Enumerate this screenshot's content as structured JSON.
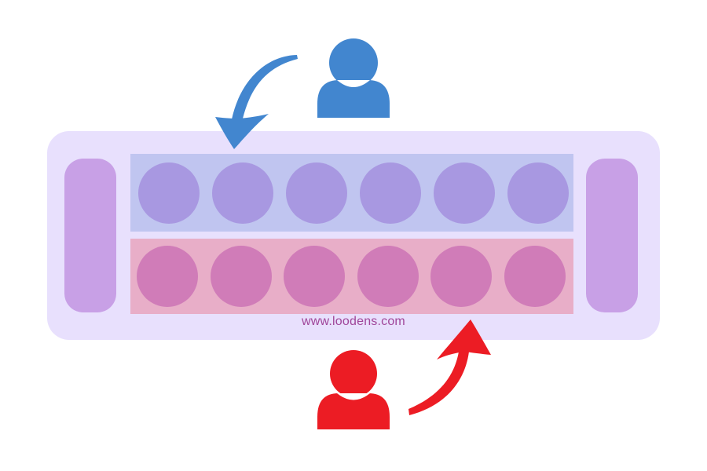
{
  "colors": {
    "board_bg": "#e8e0fd",
    "store": "#c8a0e6",
    "top_row_bg": "#c0c5f0",
    "top_pit": "#a898e1",
    "bottom_row_bg": "#e8aec8",
    "bottom_pit": "#d07cb8",
    "player_top": "#4286cf",
    "player_bottom": "#ec1c24",
    "watermark_text": "#a0469a"
  },
  "board": {
    "top_row": {
      "pit_count": 6
    },
    "bottom_row": {
      "pit_count": 6
    }
  },
  "players": {
    "top": {
      "icon": "user-icon"
    },
    "bottom": {
      "icon": "user-icon"
    }
  },
  "arrows": {
    "top": {
      "icon": "curved-arrow-down-icon"
    },
    "bottom": {
      "icon": "curved-arrow-up-icon"
    }
  },
  "watermark": {
    "text": "www.loodens.com"
  }
}
